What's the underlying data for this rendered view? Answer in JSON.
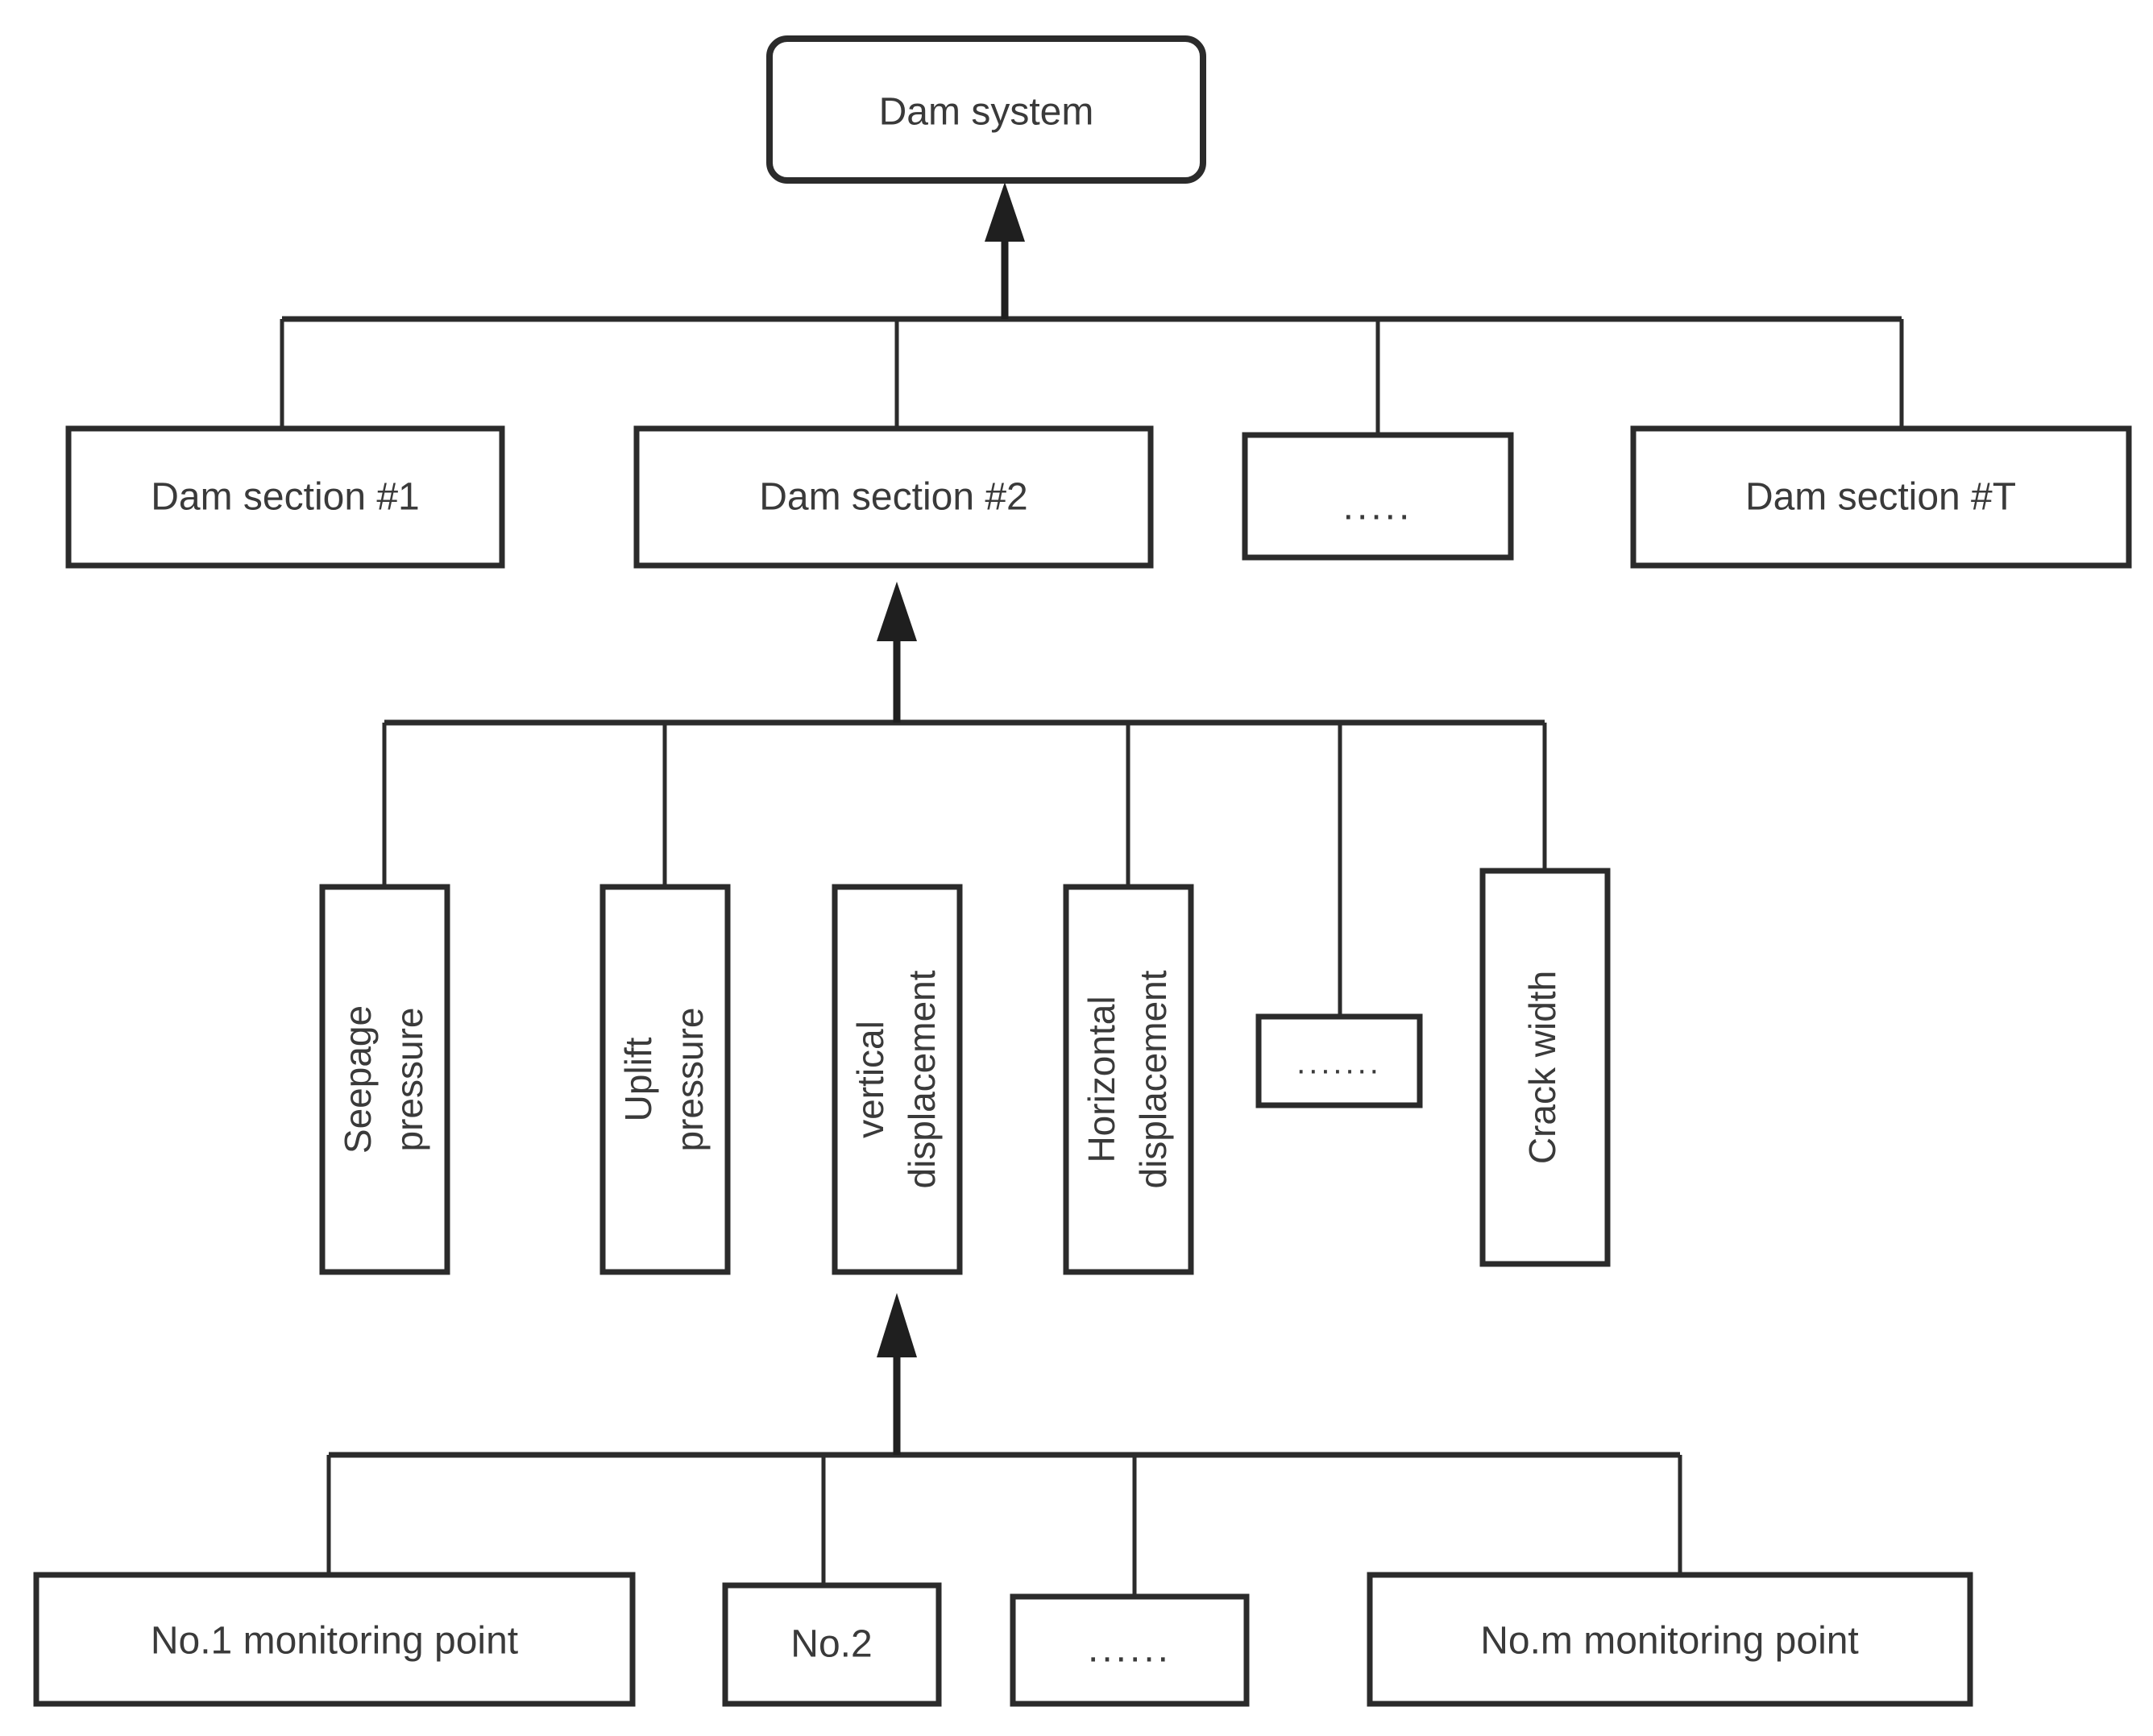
{
  "diagram": {
    "type": "hierarchy-tree",
    "orientation": "bottom-up-arrows",
    "levels": [
      {
        "name": "system-level",
        "nodes": [
          {
            "id": "dam-system",
            "label": "Dam system",
            "shape": "rounded-rect",
            "orientation": "horizontal"
          }
        ]
      },
      {
        "name": "section-level",
        "nodes": [
          {
            "id": "dam-section-1",
            "label": "Dam section #1",
            "shape": "rect",
            "orientation": "horizontal"
          },
          {
            "id": "dam-section-2",
            "label": "Dam section #2",
            "shape": "rect",
            "orientation": "horizontal"
          },
          {
            "id": "section-ellipsis",
            "label": ".....",
            "shape": "rect",
            "orientation": "horizontal"
          },
          {
            "id": "dam-section-T",
            "label": "Dam section #T",
            "shape": "rect",
            "orientation": "horizontal"
          }
        ]
      },
      {
        "name": "quantity-level",
        "nodes": [
          {
            "id": "seepage-pressure",
            "label_line1": "Seepage",
            "label_line2": "pressure",
            "shape": "rect",
            "orientation": "vertical"
          },
          {
            "id": "uplift-pressure",
            "label_line1": "Uplift",
            "label_line2": "pressure",
            "shape": "rect",
            "orientation": "vertical"
          },
          {
            "id": "vertical-displacement",
            "label_line1": "vertical",
            "label_line2": "displacement",
            "shape": "rect",
            "orientation": "vertical"
          },
          {
            "id": "horizontal-displacement",
            "label_line1": "Horizontal",
            "label_line2": "displacement",
            "shape": "rect",
            "orientation": "vertical"
          },
          {
            "id": "quantity-ellipsis",
            "label": ".......",
            "shape": "rect",
            "orientation": "horizontal"
          },
          {
            "id": "crack-width",
            "label_line1": "Crack width",
            "shape": "rect",
            "orientation": "vertical"
          }
        ]
      },
      {
        "name": "monitoring-point-level",
        "nodes": [
          {
            "id": "point-1",
            "label": "No.1 monitoring point",
            "shape": "rect",
            "orientation": "horizontal"
          },
          {
            "id": "point-2",
            "label": "No.2",
            "shape": "rect",
            "orientation": "horizontal"
          },
          {
            "id": "point-ellipsis",
            "label": "......",
            "shape": "rect",
            "orientation": "horizontal"
          },
          {
            "id": "point-m",
            "label": "No.m monitoring point",
            "shape": "rect",
            "orientation": "horizontal"
          }
        ]
      }
    ],
    "arrows": [
      {
        "id": "arrow-sections-to-system",
        "from": "section-level-bus",
        "to": "dam-system"
      },
      {
        "id": "arrow-quantities-to-section2",
        "from": "quantity-level-bus",
        "to": "dam-section-2"
      },
      {
        "id": "arrow-points-to-vertical-displacement",
        "from": "monitoring-point-level-bus",
        "to": "vertical-displacement"
      }
    ],
    "colors": {
      "stroke": "#2b2b2b",
      "text": "#3a3a3a",
      "background": "#ffffff",
      "arrow": "#1f1f1f"
    }
  }
}
